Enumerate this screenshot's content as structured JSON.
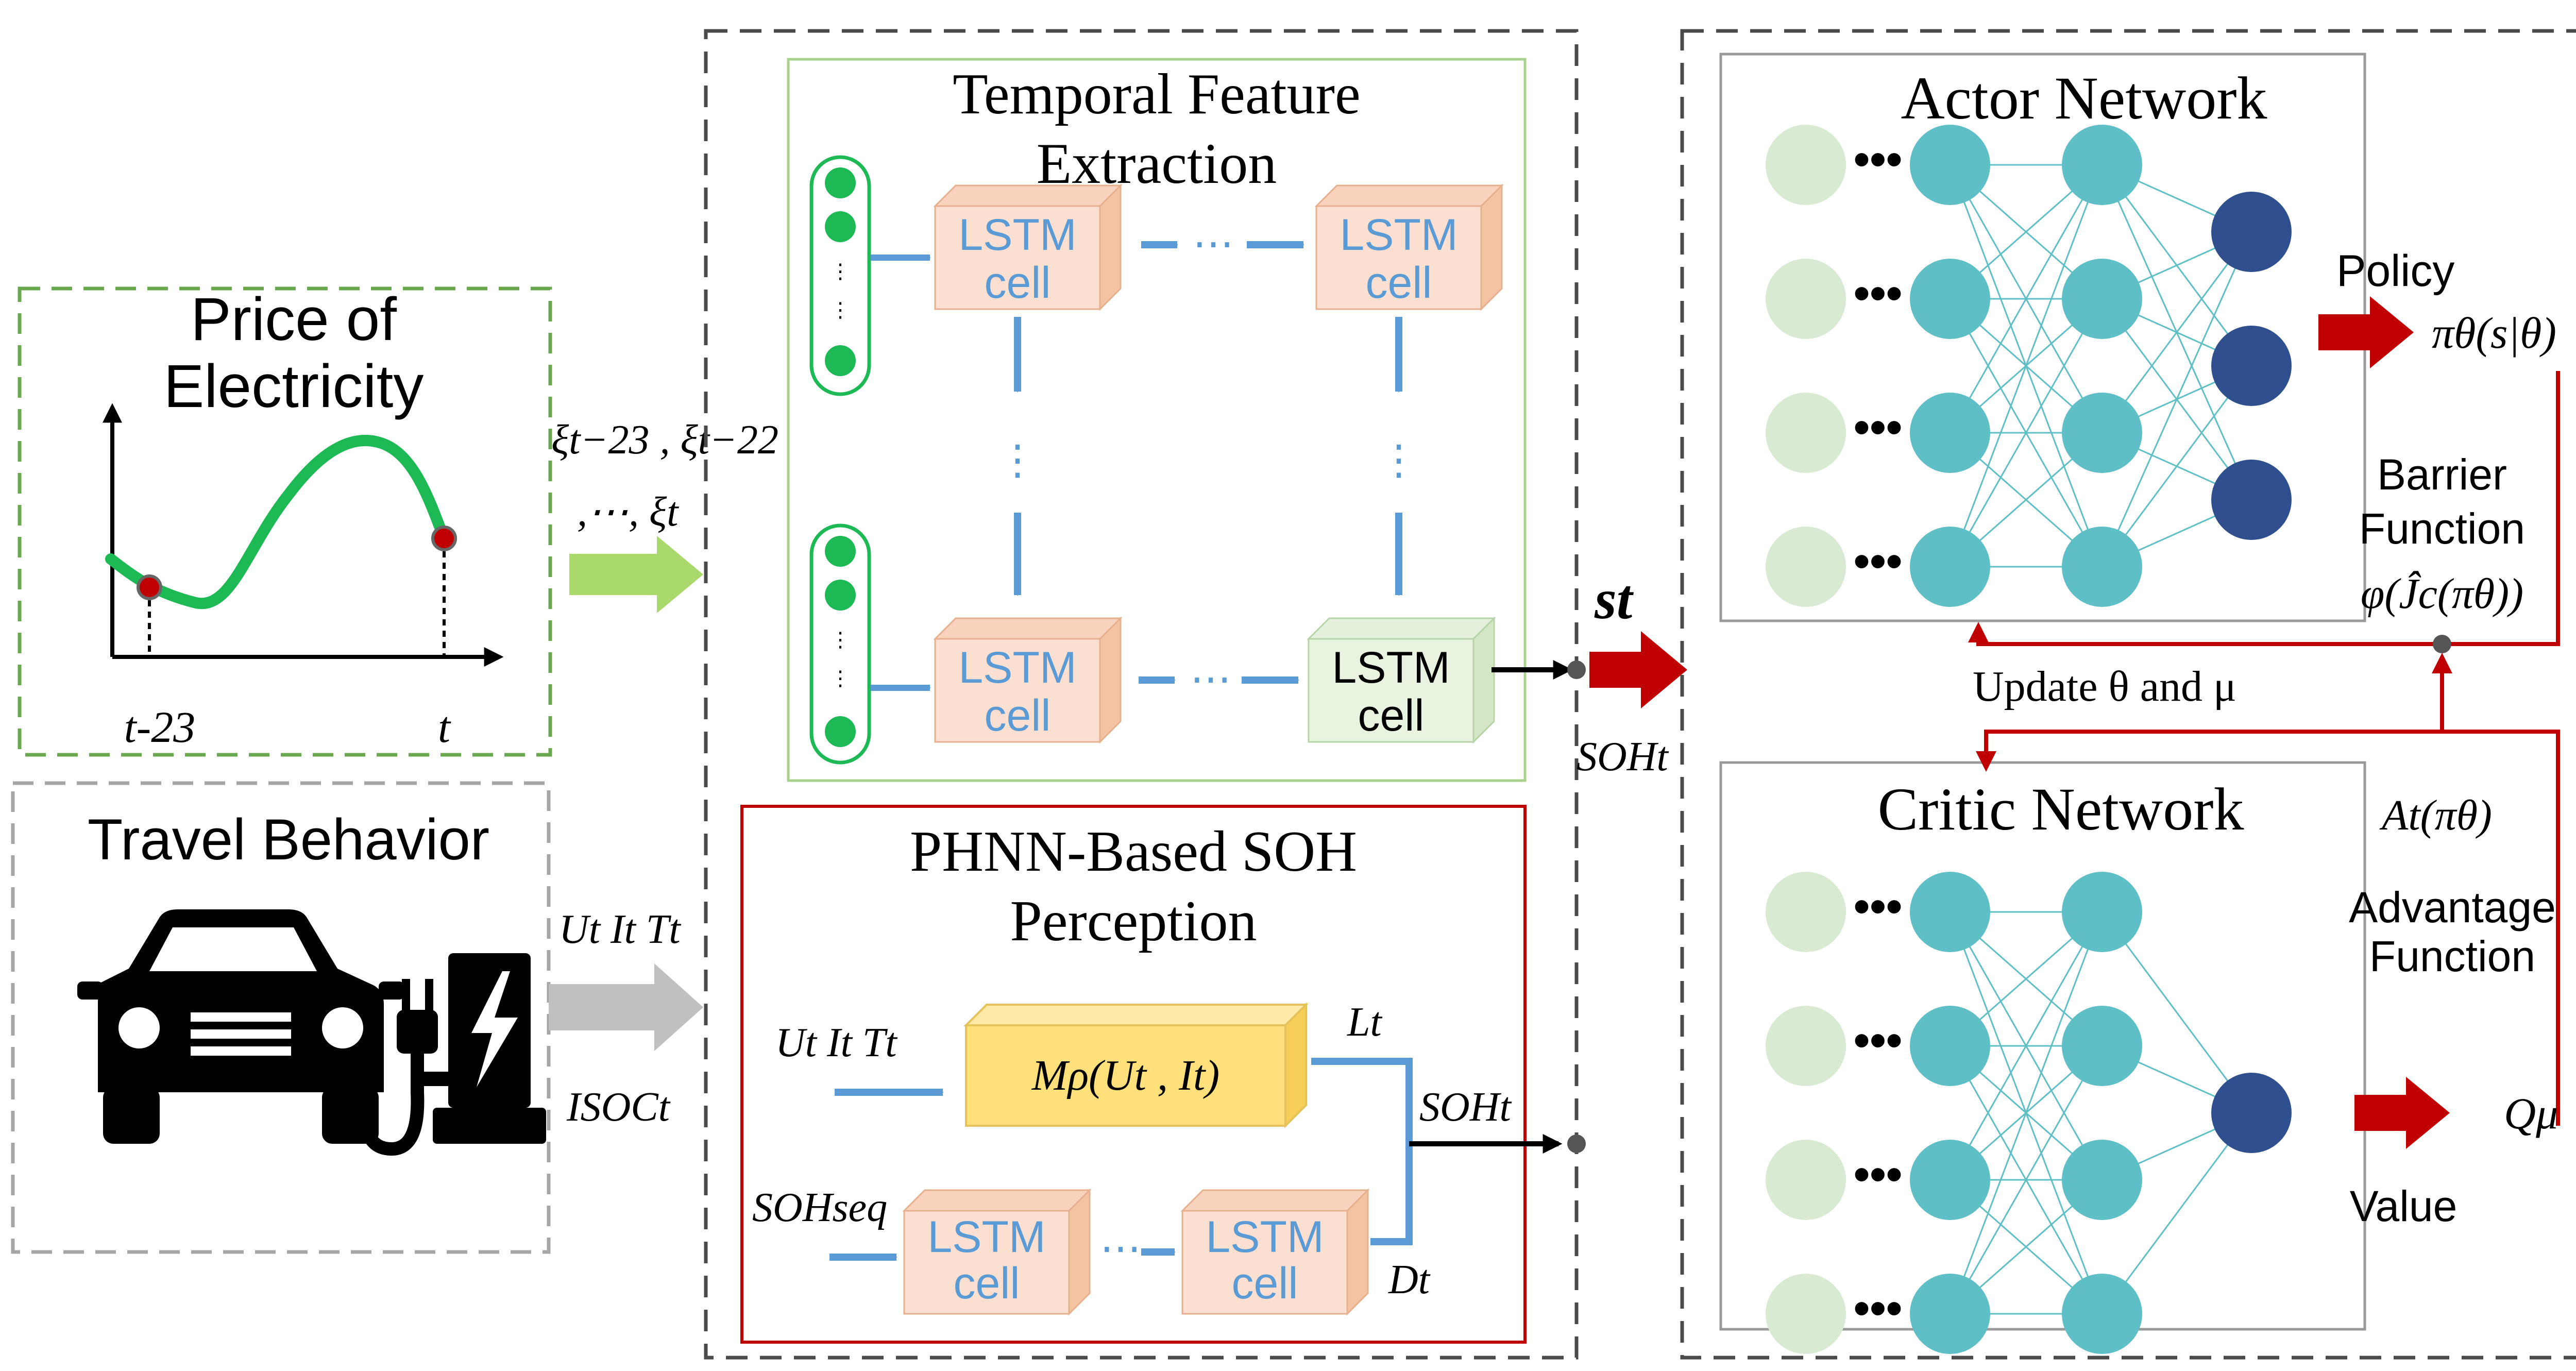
{
  "price": {
    "title_line1": "Price of",
    "title_line2": "Electricity",
    "x_start_label": "t-23",
    "x_end_label": "t"
  },
  "xi_inputs": {
    "line1": "ξt−23 , ξt−22",
    "line2": ",⋯, ξt"
  },
  "travel": {
    "title": "Travel Behavior",
    "inputs_line1": "Ut  It  Tt",
    "inputs_line2": "ISOCt"
  },
  "temporal": {
    "title_line1": "Temporal Feature",
    "title_line2": "Extraction",
    "cell_line1": "LSTM",
    "cell_line2": "cell",
    "dots": "⋯"
  },
  "phnn": {
    "title_line1": "PHNN-Based SOH",
    "title_line2": "Perception",
    "inputs": "Ut  It  Tt",
    "model": "Mρ(Ut , It)",
    "L_label": "Lt",
    "D_label": "Dt",
    "soh_label": "SOHt",
    "soh_seq": "SOHseq",
    "cell_line1": "LSTM",
    "cell_line2": "cell"
  },
  "state": {
    "s_label": "st",
    "soh_label": "SOHt"
  },
  "actor": {
    "title": "Actor Network",
    "policy_label": "Policy",
    "policy_symbol": "πθ(s|θ)"
  },
  "barrier": {
    "line1": "Barrier",
    "line2": "Function",
    "formula": "φ(Ĵc(πθ))"
  },
  "update": {
    "label": "Update θ  and  μ"
  },
  "critic": {
    "title": "Critic Network",
    "advantage_symbol": "At(πθ)",
    "advantage_line1": "Advantage",
    "advantage_line2": "Function",
    "value_label": "Value",
    "q_symbol": "Qμ"
  },
  "colors": {
    "green_dash": "#6aa84f",
    "gray_dash": "#a6a6a6",
    "dark_dash": "#4a4a4a",
    "red": "#c00000",
    "blue_arrow": "#5b9bd5",
    "lstm_fill": "#fbe0d2",
    "lstm_text": "#5b9bd5",
    "green_node": "#1db954",
    "input_node": "#d9ead3",
    "hidden_node": "#5fbfc6",
    "output_node": "#2f4f8f",
    "model_fill": "#ffe07a"
  }
}
